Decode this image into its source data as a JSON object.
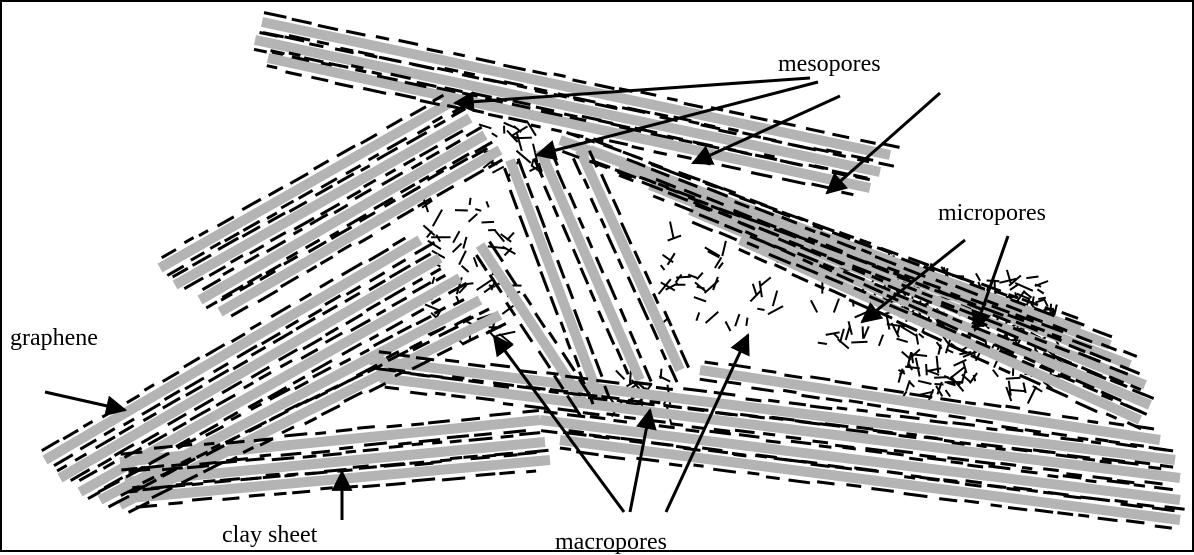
{
  "labels": {
    "mesopores": "mesopores",
    "micropores": "micropores",
    "graphene": "graphene",
    "clay_sheet": "clay sheet",
    "macropores": "macropores"
  },
  "colors": {
    "clay": "#b4b4b4",
    "graphene": "#000000",
    "arrow": "#000000",
    "border": "#000000",
    "background": "#ffffff"
  }
}
